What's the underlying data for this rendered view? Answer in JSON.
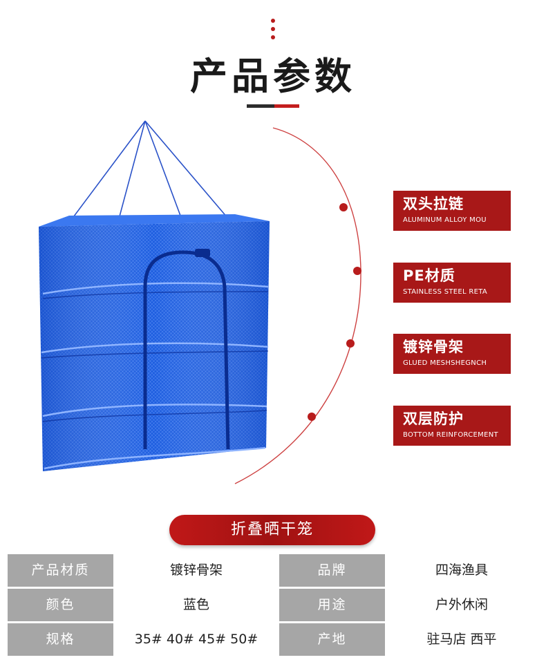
{
  "header": {
    "title": "产品参数"
  },
  "features": [
    {
      "title": "双头拉链",
      "subtitle": "ALUMINUM ALLOY MOU"
    },
    {
      "title": "PE材质",
      "subtitle": "STAINLESS STEEL RETA"
    },
    {
      "title": "镀锌骨架",
      "subtitle": "GLUED MESHSHEGNCH"
    },
    {
      "title": "双层防护",
      "subtitle": "BOTTOM REINFORCEMENT"
    }
  ],
  "product": {
    "name": "折叠晒干笼"
  },
  "specs": [
    {
      "label1": "产品材质",
      "value1": "镀锌骨架",
      "label2": "品牌",
      "value2": "四海渔具"
    },
    {
      "label1": "颜色",
      "value1": "蓝色",
      "label2": "用途",
      "value2": "户外休闲"
    },
    {
      "label1": "规格",
      "value1": "35#  40#  45#  50#",
      "label2": "产地",
      "value2": "驻马店  西平"
    }
  ],
  "colors": {
    "accent": "#a81818",
    "label_bg": "#a6a6a6",
    "mesh_blue": "#1f5fe0"
  }
}
